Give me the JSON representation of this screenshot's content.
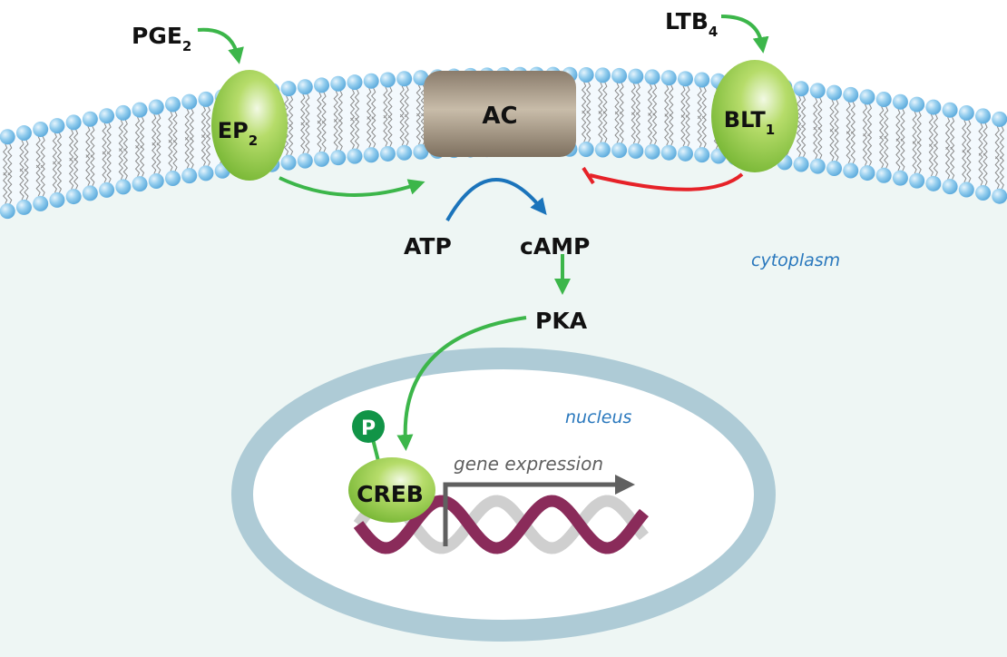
{
  "labels": {
    "pge2": {
      "main": "PGE",
      "sub": "2"
    },
    "ep2": {
      "main": "EP",
      "sub": "2"
    },
    "ac": "AC",
    "ltb4": {
      "main": "LTB",
      "sub": "4"
    },
    "blt1": {
      "main": "BLT",
      "sub": "1"
    },
    "atp": "ATP",
    "camp": "cAMP",
    "pka": "PKA",
    "cytoplasm": "cytoplasm",
    "nucleus": "nucleus",
    "phospho": "P",
    "creb": "CREB",
    "gene_expression": "gene expression"
  },
  "colors": {
    "activation": "#3cb64a",
    "conversion": "#1b74bb",
    "inhibition": "#e62228",
    "receptor": "#8cc63f",
    "adenylyl_cyclase": "#a89a88",
    "membrane_head": "#8cc8ec",
    "cytoplasm": "#eef6f4",
    "nuclear_envelope": "#aecbd6",
    "dna_strand": "#8a2b5a",
    "compartment_text": "#2a78bd",
    "transcription_arrow": "#606060"
  }
}
